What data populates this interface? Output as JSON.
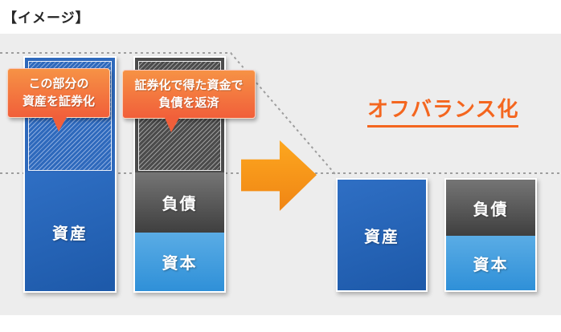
{
  "title": "【イメージ】",
  "before": {
    "securitize_callout": {
      "line1": "この部分の",
      "line2": "資産を証券化"
    },
    "repay_callout": {
      "line1": "証券化で得た資金で",
      "line2": "負債を返済"
    },
    "assets_label": "資産",
    "liabilities_label": "負債",
    "equity_label": "資本"
  },
  "after": {
    "heading": "オフバランス化",
    "assets_label": "資産",
    "liabilities_label": "負債",
    "equity_label": "資本"
  },
  "colors": {
    "title_color": "#262626",
    "stage_bg": "#ededed",
    "dot_gray": "#9e9e9e",
    "blue": "#2f6fc4",
    "blue_dark": "#1d59a9",
    "hatch_blue_base": "#2e69bc",
    "hatch_blue_stripe": "#8aabdf",
    "gray_light": "#757575",
    "gray_dark": "#3f3f3f",
    "hatch_gray_base": "#4b4b4b",
    "hatch_gray_stripe": "#9d9d9d",
    "capital_light": "#5aace5",
    "capital": "#2f90d8",
    "callout_top": "#f69245",
    "callout_bottom": "#f15f3a",
    "arrow_top": "#fda71f",
    "arrow_bottom": "#f08514",
    "heading_orange": "#f4661f"
  }
}
